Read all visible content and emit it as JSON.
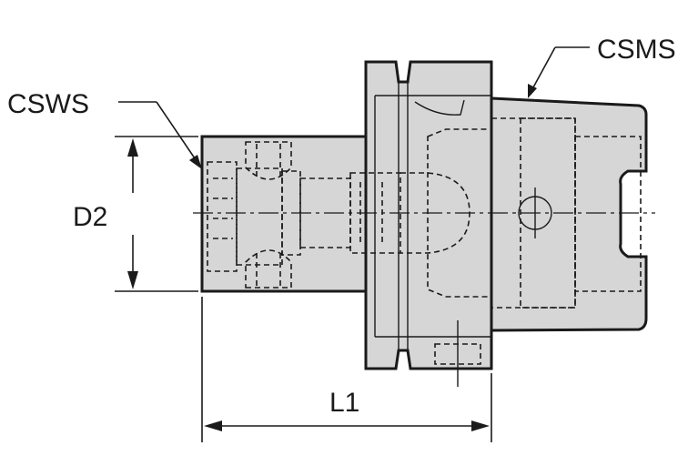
{
  "labels": {
    "csws": "CSWS",
    "csms": "CSMS",
    "d2": "D2",
    "l1": "L1"
  },
  "colors": {
    "body_fill": "#d6d6d6",
    "outline": "#1a1a1a",
    "background": "#ffffff"
  }
}
